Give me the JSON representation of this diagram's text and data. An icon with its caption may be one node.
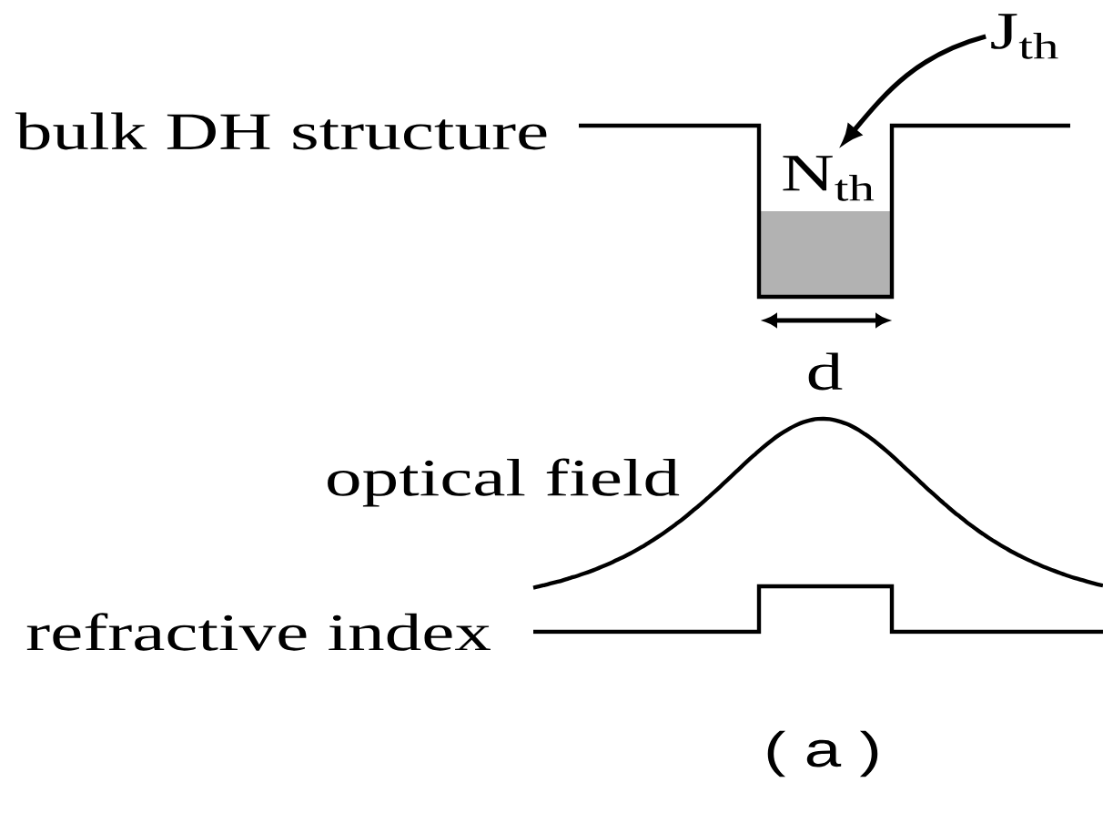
{
  "diagram": {
    "nodes": [
      {
        "text": [
          "J$_{th}$"
        ]
      },
      {
        "text": [
          "N$_{th}$"
        ]
      }
    ],
    "edges": [
      {
        "from": 0,
        "to": 1,
        "arrow": "to"
      }
    ],
    "labels": [
      "bulk DH structure",
      "d",
      "optical field",
      "refractive index",
      "( a )"
    ]
  }
}
